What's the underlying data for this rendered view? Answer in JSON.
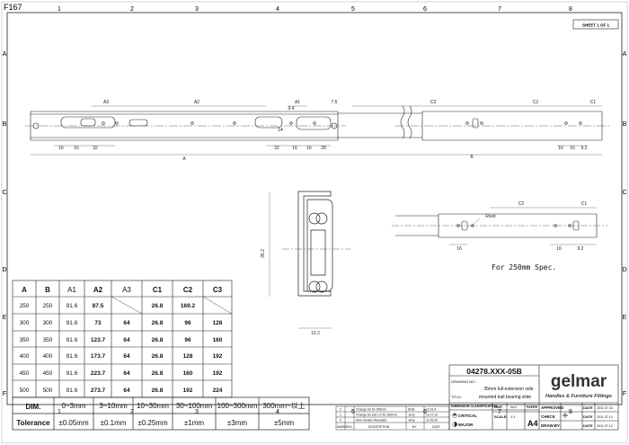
{
  "sheet_code": "F167",
  "sheet_no": "SHEET 1 OF 1",
  "grid": {
    "cols": [
      "1",
      "2",
      "3",
      "4",
      "5",
      "6",
      "7",
      "8"
    ],
    "rows": [
      "A",
      "B",
      "C",
      "D",
      "E",
      "F"
    ]
  },
  "side_view": {
    "dims_top": [
      "A3",
      "A2",
      "A1",
      "7.5",
      "9.4"
    ],
    "dims_bottom": [
      "16",
      "16",
      "32",
      "32",
      "16",
      "16",
      "28"
    ],
    "small_dim": "14",
    "overall": "A",
    "right_dims": [
      "C3",
      "C2",
      "C1"
    ],
    "right_bottom": [
      "16",
      "16",
      "9.2"
    ],
    "overall_b": "B"
  },
  "section": {
    "height": "35.2",
    "width": "12.2"
  },
  "detail_250": {
    "dims": [
      "C2",
      "C1"
    ],
    "rivet": "Rivet",
    "bottom": [
      "16",
      "16",
      "9.2"
    ],
    "caption": "For 250mm Spec."
  },
  "spec_table": {
    "headers": [
      "A",
      "B",
      "A1",
      "A2",
      "A3",
      "C1",
      "C2",
      "C3"
    ],
    "rows": [
      [
        "250",
        "250",
        "91.6",
        "87.5",
        "",
        "26.8",
        "169.2",
        ""
      ],
      [
        "300",
        "300",
        "91.6",
        "73",
        "64",
        "26.8",
        "96",
        "128"
      ],
      [
        "350",
        "350",
        "91.6",
        "123.7",
        "64",
        "26.8",
        "96",
        "160"
      ],
      [
        "400",
        "400",
        "91.6",
        "173.7",
        "64",
        "26.8",
        "128",
        "192"
      ],
      [
        "450",
        "450",
        "91.6",
        "223.7",
        "64",
        "26.8",
        "160",
        "192"
      ],
      [
        "500",
        "500",
        "91.6",
        "273.7",
        "64",
        "26.8",
        "192",
        "224"
      ]
    ]
  },
  "tolerance": {
    "dim_label": "DIM.",
    "tol_label": "Tolerance",
    "ranges": [
      "0~3mm",
      "3~10mm",
      "10~30mm",
      "30~100mm",
      "100~300mm",
      "300mm~以上"
    ],
    "values": [
      "±0.05mm",
      "±0.1mm",
      "±0.25mm",
      "±1mm",
      "±3mm",
      "±5mm"
    ]
  },
  "revisions": {
    "rows": [
      {
        "rev": "2",
        "desc": "Change A2 for 250mm",
        "by": "SDB",
        "date": "13.01.9"
      },
      {
        "rev": "1",
        "desc": "Change A2 and C2 for 300mm",
        "by": "Jerry",
        "date": "11.07.12"
      },
      {
        "rev": "0",
        "desc": "New Version Released",
        "by": "Jerry",
        "date": "11.06.03"
      }
    ],
    "headers": [
      "MARK",
      "REV.",
      "DESCRIPTION",
      "BY",
      "DATE"
    ]
  },
  "title_block": {
    "drawing_no_label": "DRAWING NO.:",
    "drawing_no": "04278.XXX-05B",
    "title_label": "TITLE:",
    "title_line1": "35mm full-extension side",
    "title_line2": "mounted ball bearing slide",
    "dim_class": "DIMENSION CLASSIFICATION",
    "critical": "CRITICAL",
    "major": "MAJOR",
    "unit_label": "UNIT",
    "unit": "mm",
    "scale_label": "SCALE",
    "scale": "1:1",
    "paper_label": "PAPER",
    "paper": "A4",
    "approved": "APPROVED",
    "check": "CHECK",
    "drawby": "DRAW.BY",
    "date_label": "DATE",
    "dates": [
      "2011.07.16",
      "2011.07.14",
      "2011.07.12"
    ],
    "brand": "gelmar",
    "brand_sub": "Handles & Furniture Fittings"
  },
  "colors": {
    "line": "#222222",
    "dim": "#444444",
    "brand": "#333333"
  }
}
